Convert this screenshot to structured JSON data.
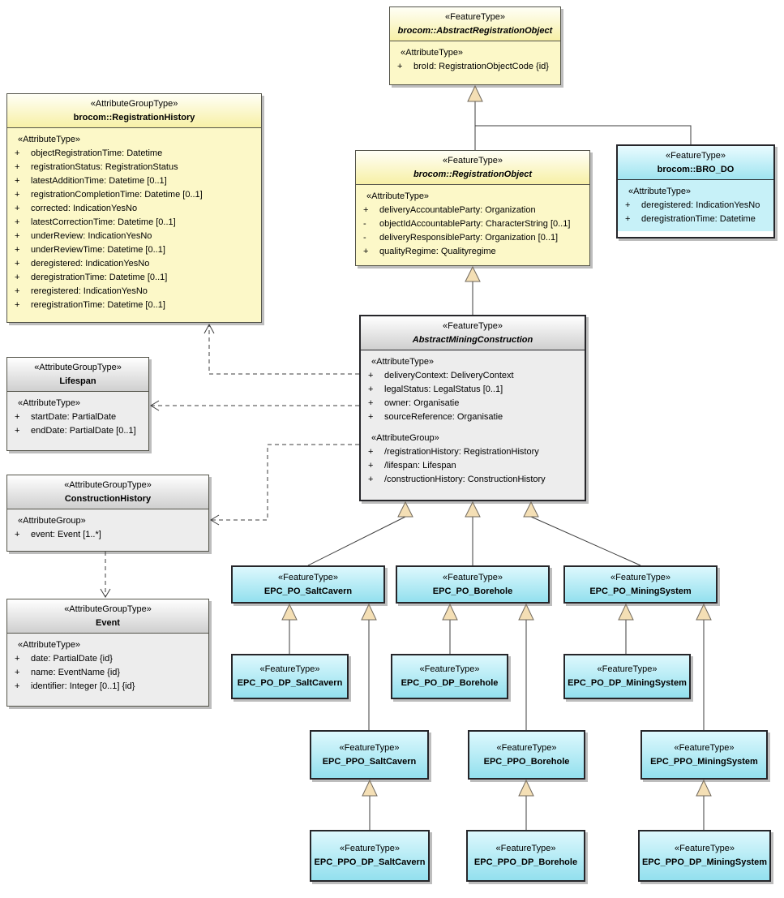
{
  "colors": {
    "class_yellow": "#FBF5B4",
    "class_cyan": "#A5E6F1",
    "class_gray": "#DCDCDC",
    "generalization_arrowhead_fill": "#F4DFB5",
    "connector_line": "#3C3C3C"
  },
  "c": {
    "aro": {
      "stereotype": "«FeatureType»",
      "name": "brocom::AbstractRegistrationObject",
      "sectionLabel": "«AttributeType»",
      "attrs": [
        {
          "vis": "+",
          "text": "broId: RegistrationObjectCode {id}"
        }
      ]
    },
    "rh": {
      "stereotype": "«AttributeGroupType»",
      "name": "brocom::RegistrationHistory",
      "sectionLabel": "«AttributeType»",
      "attrs": [
        {
          "vis": "+",
          "text": "objectRegistrationTime: Datetime"
        },
        {
          "vis": "+",
          "text": "registrationStatus: RegistrationStatus"
        },
        {
          "vis": "+",
          "text": "latestAdditionTime: Datetime [0..1]"
        },
        {
          "vis": "+",
          "text": "registrationCompletionTime: Datetime [0..1]"
        },
        {
          "vis": "+",
          "text": "corrected: IndicationYesNo"
        },
        {
          "vis": "+",
          "text": "latestCorrectionTime: Datetime [0..1]"
        },
        {
          "vis": "+",
          "text": "underReview: IndicationYesNo"
        },
        {
          "vis": "+",
          "text": "underReviewTime: Datetime [0..1]"
        },
        {
          "vis": "+",
          "text": "deregistered: IndicationYesNo"
        },
        {
          "vis": "+",
          "text": "deregistrationTime: Datetime [0..1]"
        },
        {
          "vis": "+",
          "text": "reregistered: IndicationYesNo"
        },
        {
          "vis": "+",
          "text": "reregistrationTime: Datetime [0..1]"
        }
      ]
    },
    "ro": {
      "stereotype": "«FeatureType»",
      "name": "brocom::RegistrationObject",
      "sectionLabel": "«AttributeType»",
      "attrs": [
        {
          "vis": "+",
          "text": "deliveryAccountableParty: Organization"
        },
        {
          "vis": "-",
          "text": "objectIdAccountableParty: CharacterString [0..1]"
        },
        {
          "vis": "-",
          "text": "deliveryResponsibleParty: Organization [0..1]"
        },
        {
          "vis": "+",
          "text": "qualityRegime: Qualityregime"
        }
      ]
    },
    "bro": {
      "stereotype": "«FeatureType»",
      "name": "brocom::BRO_DO",
      "sectionLabel": "«AttributeType»",
      "attrs": [
        {
          "vis": "+",
          "text": "deregistered: IndicationYesNo"
        },
        {
          "vis": "+",
          "text": "deregistrationTime: Datetime"
        }
      ]
    },
    "ls": {
      "stereotype": "«AttributeGroupType»",
      "name": "Lifespan",
      "sectionLabel": "«AttributeType»",
      "attrs": [
        {
          "vis": "+",
          "text": "startDate: PartialDate"
        },
        {
          "vis": "+",
          "text": "endDate: PartialDate [0..1]"
        }
      ]
    },
    "amc": {
      "stereotype": "«FeatureType»",
      "name": "AbstractMiningConstruction",
      "sectionLabel": "«AttributeType»",
      "attrs": [
        {
          "vis": "+",
          "text": "deliveryContext: DeliveryContext"
        },
        {
          "vis": "+",
          "text": "legalStatus: LegalStatus [0..1]"
        },
        {
          "vis": "+",
          "text": "owner: Organisatie"
        },
        {
          "vis": "+",
          "text": "sourceReference: Organisatie"
        }
      ],
      "sectionLabel2": "«AttributeGroup»",
      "attrs2": [
        {
          "vis": "+",
          "text": "/registrationHistory: RegistrationHistory"
        },
        {
          "vis": "+",
          "text": "/lifespan: Lifespan"
        },
        {
          "vis": "+",
          "text": "/constructionHistory: ConstructionHistory"
        }
      ]
    },
    "ch": {
      "stereotype": "«AttributeGroupType»",
      "name": "ConstructionHistory",
      "sectionLabel": "«AttributeGroup»",
      "attrs": [
        {
          "vis": "+",
          "text": "event: Event [1..*]"
        }
      ]
    },
    "ev": {
      "stereotype": "«AttributeGroupType»",
      "name": "Event",
      "sectionLabel": "«AttributeType»",
      "attrs": [
        {
          "vis": "+",
          "text": "date: PartialDate {id}"
        },
        {
          "vis": "+",
          "text": "name: EventName {id}"
        },
        {
          "vis": "+",
          "text": "identifier: Integer [0..1] {id}"
        }
      ]
    },
    "poSalt": {
      "stereotype": "«FeatureType»",
      "name": "EPC_PO_SaltCavern"
    },
    "poBore": {
      "stereotype": "«FeatureType»",
      "name": "EPC_PO_Borehole"
    },
    "poMine": {
      "stereotype": "«FeatureType»",
      "name": "EPC_PO_MiningSystem"
    },
    "poDpSalt": {
      "stereotype": "«FeatureType»",
      "name": "EPC_PO_DP_SaltCavern"
    },
    "poDpBore": {
      "stereotype": "«FeatureType»",
      "name": "EPC_PO_DP_Borehole"
    },
    "poDpMine": {
      "stereotype": "«FeatureType»",
      "name": "EPC_PO_DP_MiningSystem"
    },
    "ppoSalt": {
      "stereotype": "«FeatureType»",
      "name": "EPC_PPO_SaltCavern"
    },
    "ppoBore": {
      "stereotype": "«FeatureType»",
      "name": "EPC_PPO_Borehole"
    },
    "ppoMine": {
      "stereotype": "«FeatureType»",
      "name": "EPC_PPO_MiningSystem"
    },
    "ppoDpSalt": {
      "stereotype": "«FeatureType»",
      "name": "EPC_PPO_DP_SaltCavern"
    },
    "ppoDpBore": {
      "stereotype": "«FeatureType»",
      "name": "EPC_PPO_DP_Borehole"
    },
    "ppoDpMine": {
      "stereotype": "«FeatureType»",
      "name": "EPC_PPO_DP_MiningSystem"
    }
  }
}
